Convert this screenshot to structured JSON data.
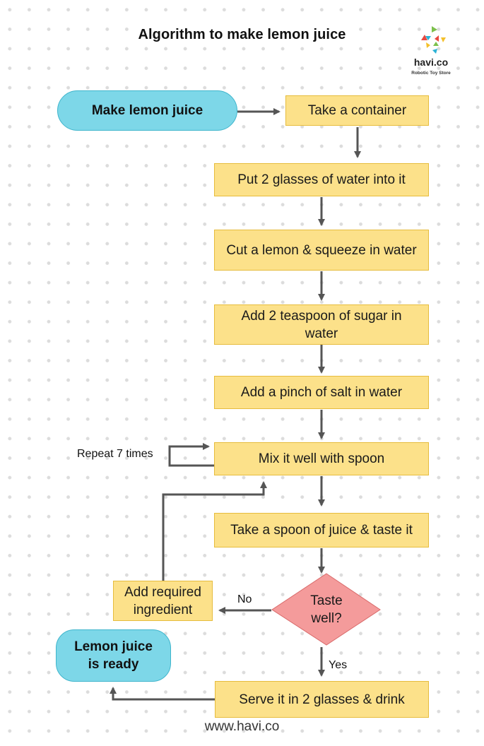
{
  "title": "Algorithm to make lemon juice",
  "logo": {
    "name": "havi.co",
    "tagline": "Robotic Toy Store"
  },
  "nodes": {
    "start": "Make lemon juice",
    "step1": "Take a container",
    "step2": "Put 2 glasses of water into it",
    "step3": "Cut a lemon & squeeze in water",
    "step4": "Add 2 teaspoon of sugar in water",
    "step5": "Add a pinch of salt in water",
    "step6": "Mix it well with spoon",
    "step7": "Take a spoon of juice & taste it",
    "decision": "Taste well?",
    "add_ingredient": "Add required ingredient",
    "serve": "Serve it in 2 glasses & drink",
    "end": "Lemon juice is ready"
  },
  "labels": {
    "repeat": "Repeat 7 times",
    "no": "No",
    "yes": "Yes"
  },
  "footer": "www.havi.co",
  "colors": {
    "process_fill": "#fce18a",
    "terminal_fill": "#7dd7e8",
    "decision_fill": "#f49b9b",
    "connector": "#555555"
  }
}
